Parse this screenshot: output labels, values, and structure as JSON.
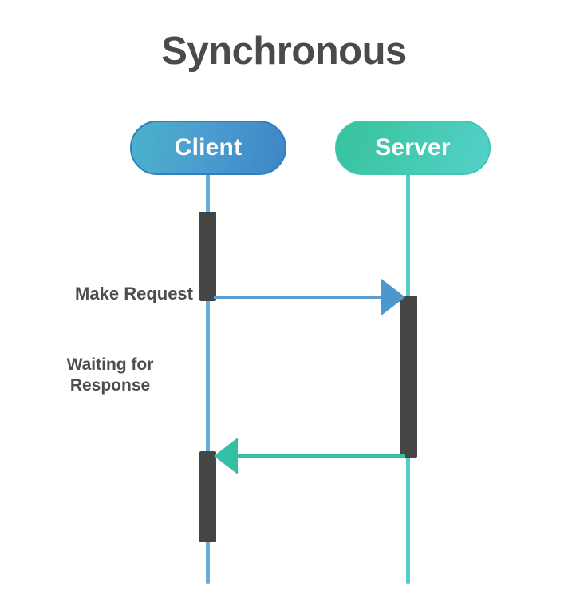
{
  "diagram": {
    "title": "Synchronous",
    "type": "sequence-diagram",
    "background_color": "#ffffff",
    "title_color": "#4a4a4a"
  },
  "participants": [
    {
      "id": "client",
      "label": "Client",
      "color_start": "#4ab3c9",
      "color_end": "#3d86c6",
      "border_color": "#2d7fc1",
      "lifeline_color": "#6aabd8"
    },
    {
      "id": "server",
      "label": "Server",
      "color_start": "#37c29b",
      "color_end": "#55d1cb",
      "border_color": "#3fc7b3",
      "lifeline_color": "#52cec2"
    }
  ],
  "activations": [
    {
      "id": "client-1",
      "participant": "Client",
      "color": "#454545"
    },
    {
      "id": "server-1",
      "participant": "Server",
      "color": "#454545"
    },
    {
      "id": "client-2",
      "participant": "Client",
      "color": "#454545"
    }
  ],
  "messages": [
    {
      "id": "request",
      "label": "Make Request",
      "from": "Client",
      "to": "Server",
      "direction": "right",
      "color": "#5b9fd4"
    },
    {
      "id": "response",
      "label": "Waiting for\nResponse",
      "from": "Server",
      "to": "Client",
      "direction": "left",
      "color": "#35bfa4"
    }
  ],
  "labels": {
    "make_request": "Make Request",
    "waiting_for_response": "Waiting for\nResponse",
    "label_color": "#4d4d4d"
  }
}
